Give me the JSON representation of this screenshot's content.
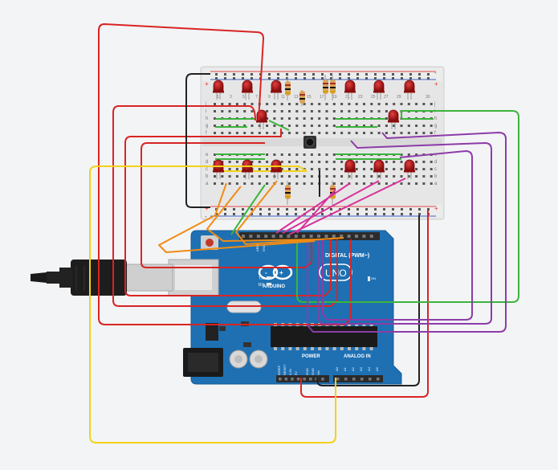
{
  "colors": {
    "background": "#f3f4f6",
    "breadboard": "#e6e6e6",
    "board": "#1e70b3",
    "led": "#a51111",
    "wire_red": "#d92424",
    "wire_black": "#222222",
    "wire_green": "#3cb43c",
    "wire_yellow": "#f2d21b",
    "wire_orange": "#f08c14",
    "wire_purple": "#8c3ca8",
    "wire_magenta": "#d6329a"
  },
  "breadboard": {
    "top_row_numbers": [
      "1",
      "3",
      "5",
      "7",
      "9",
      "11",
      "13",
      "15",
      "17",
      "19",
      "21",
      "23",
      "25",
      "27",
      "29",
      "30"
    ],
    "top_row_letters": [
      "j",
      "i",
      "h",
      "g",
      "f"
    ],
    "bottom_row_letters": [
      "e",
      "d",
      "c",
      "b",
      "a"
    ],
    "rail_plus": "+",
    "rail_minus": "-"
  },
  "arduino": {
    "brand": "ARDUINO",
    "model": "UNO",
    "digital_label": "DIGITAL (PWM~)",
    "tx": "TX",
    "rx": "RX",
    "power_label": "POWER",
    "analog_label": "ANALOG IN",
    "power_pins": [
      "IOREF",
      "RESET",
      "3.3V",
      "5V",
      "GND",
      "GND",
      "Vin"
    ],
    "analog_pins": [
      "A0",
      "A1",
      "A2",
      "A3",
      "A4",
      "A5"
    ],
    "on_label": "ON",
    "aref_label": "AREF",
    "gnd_label": "GND"
  }
}
